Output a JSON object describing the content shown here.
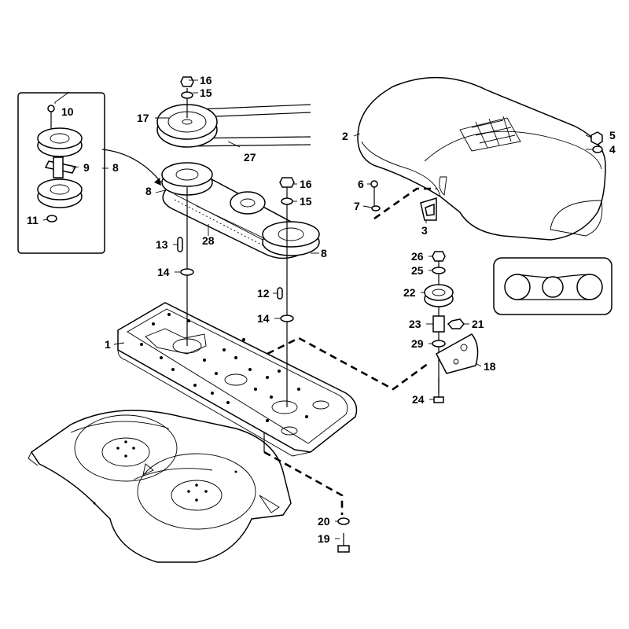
{
  "labels": {
    "p1": "1",
    "p2": "2",
    "p3": "3",
    "p4": "4",
    "p5": "5",
    "p6": "6",
    "p7": "7",
    "p8a": "8",
    "p8b": "8",
    "p8c": "8",
    "p9": "9",
    "p10": "10",
    "p11": "11",
    "p12": "12",
    "p13": "13",
    "p14a": "14",
    "p14b": "14",
    "p15a": "15",
    "p15b": "15",
    "p16a": "16",
    "p16b": "16",
    "p17": "17",
    "p18": "18",
    "p19": "19",
    "p20": "20",
    "p21": "21",
    "p22": "22",
    "p23": "23",
    "p24": "24",
    "p25": "25",
    "p26": "26",
    "p27": "27",
    "p28": "28",
    "p29": "29"
  }
}
